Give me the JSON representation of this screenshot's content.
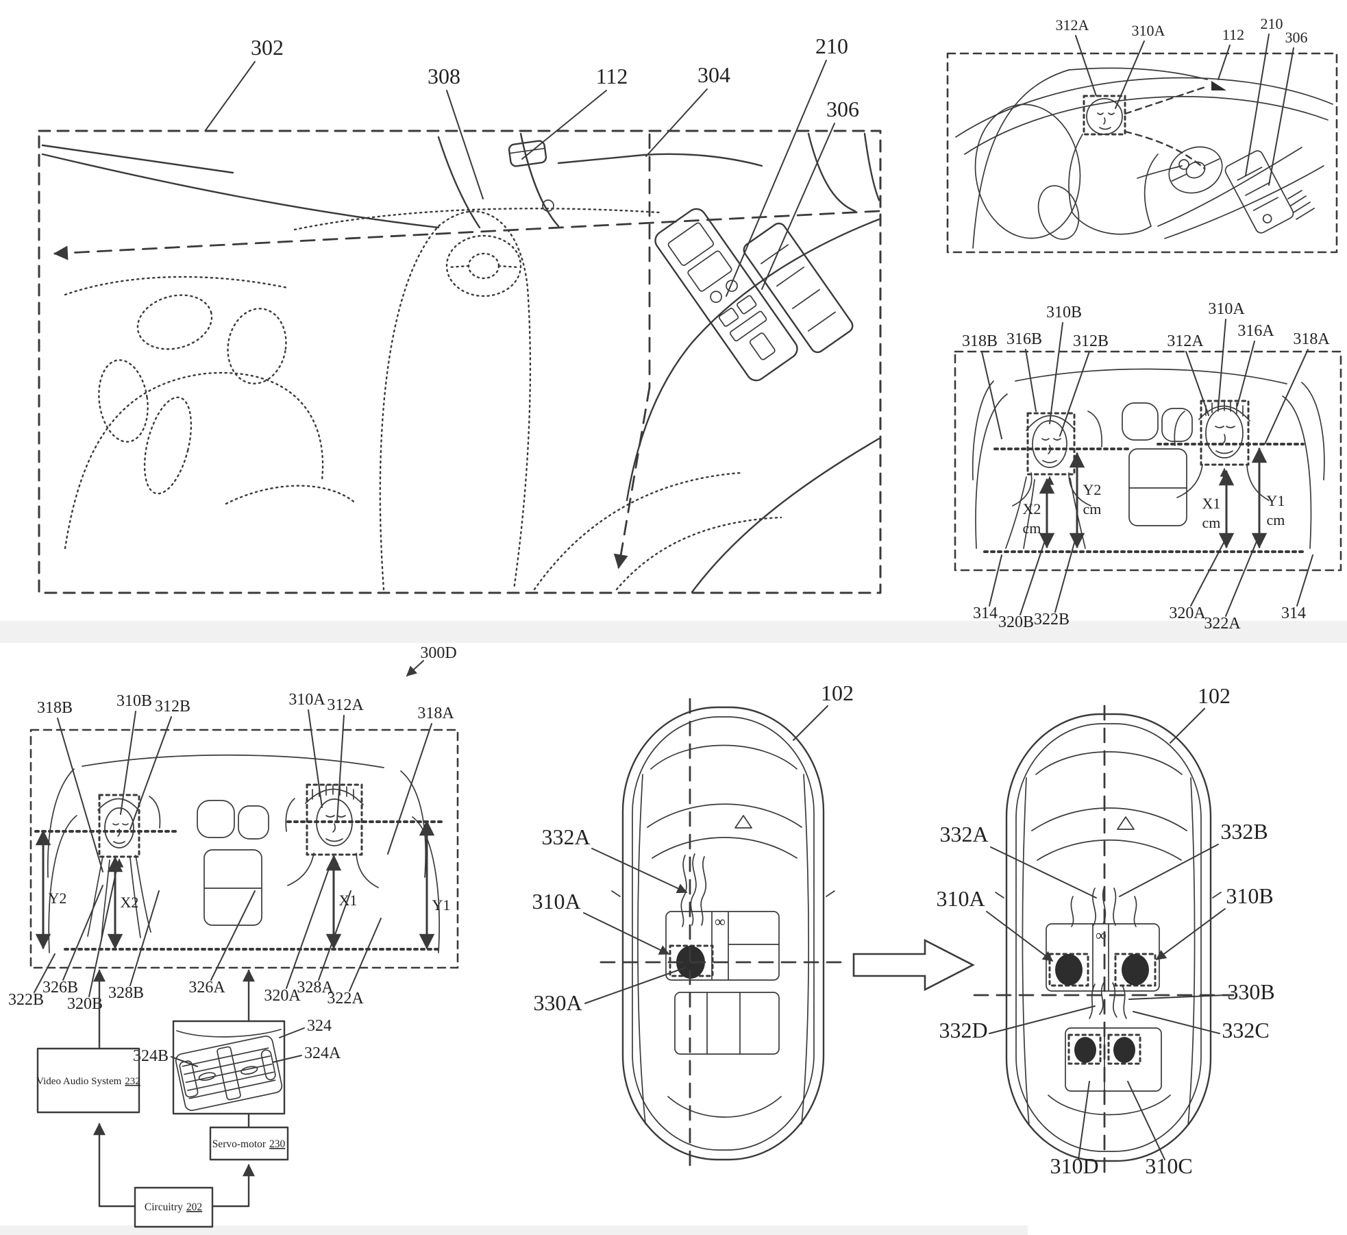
{
  "document": {
    "type": "patent figure sheet",
    "background": "#ffffff",
    "line_color": "#3a3a3a"
  },
  "panels": {
    "interior": {
      "refs": {
        "r302": "302",
        "r308": "308",
        "r112": "112",
        "r304": "304",
        "r210": "210",
        "r306": "306"
      }
    },
    "driver": {
      "refs": {
        "r312A": "312A",
        "r310A": "310A",
        "r112": "112",
        "r210": "210",
        "r306": "306"
      }
    },
    "cabin": {
      "refs": {
        "r318B": "318B",
        "r316B": "316B",
        "r310B": "310B",
        "r312B": "312B",
        "r312A": "312A",
        "r310A": "310A",
        "r316A": "316A",
        "r318A": "318A",
        "x2": "X2",
        "y2": "Y2",
        "x1": "X1",
        "y1": "Y1",
        "cm": "cm",
        "r314L": "314",
        "r320B": "320B",
        "r322B": "322B",
        "r320A": "320A",
        "r322A": "322A",
        "r314R": "314"
      }
    },
    "measurement": {
      "fig_ref": "300D",
      "refs": {
        "r318B": "318B",
        "r310B": "310B",
        "r312B": "312B",
        "r310A": "310A",
        "r312A": "312A",
        "r318A": "318A",
        "y2": "Y2",
        "x2": "X2",
        "x1": "X1",
        "y1": "Y1",
        "r322B": "322B",
        "r326B": "326B",
        "r320B": "320B",
        "r328B": "328B",
        "r326A": "326A",
        "r320A": "320A",
        "r328A": "328A",
        "r322A": "322A",
        "r324": "324",
        "r324A": "324A",
        "r324B": "324B"
      },
      "blocks": {
        "video_audio": {
          "label": "Video Audio System",
          "num": "232"
        },
        "servo": {
          "label": "Servo-motor",
          "num": "230"
        },
        "circuitry": {
          "label": "Circuitry",
          "num": "202"
        }
      }
    },
    "car_single": {
      "refs": {
        "r102": "102",
        "r332A": "332A",
        "r310A": "310A",
        "r330A": "330A"
      },
      "glyphs": {
        "infinity": "∞"
      }
    },
    "car_quad": {
      "refs": {
        "r102": "102",
        "r332A": "332A",
        "r332B": "332B",
        "r310A": "310A",
        "r310B": "310B",
        "r330B": "330B",
        "r332D": "332D",
        "r332C": "332C",
        "r310D": "310D",
        "r310C": "310C"
      },
      "glyphs": {
        "infinity": "∞"
      }
    }
  }
}
